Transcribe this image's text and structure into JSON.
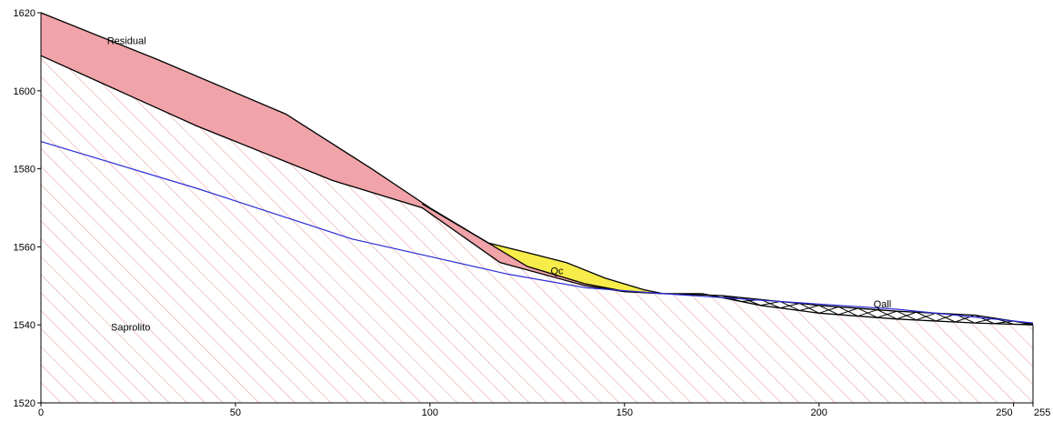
{
  "chart_data": {
    "type": "area",
    "title": "",
    "xlabel": "",
    "ylabel": "",
    "xlim": [
      0,
      255
    ],
    "ylim": [
      1520,
      1620
    ],
    "x_ticks": [
      0,
      50,
      100,
      150,
      200,
      250,
      255
    ],
    "y_ticks": [
      1520,
      1540,
      1560,
      1580,
      1600,
      1620
    ],
    "x_tick_labels": [
      "0",
      "50",
      "100",
      "150",
      "200",
      "250",
      "255"
    ],
    "y_tick_labels": [
      "1520",
      "1540",
      "1560",
      "1580",
      "1600",
      "1620"
    ],
    "grid": false,
    "layers": [
      {
        "name": "Saprolito",
        "label": "Saprolito",
        "fill": "hatch",
        "hatch_color": "#e3a3a3",
        "top_boundary": [
          [
            0,
            1609
          ],
          [
            40,
            1591
          ],
          [
            75,
            1577
          ],
          [
            98,
            1570
          ],
          [
            118,
            1556
          ],
          [
            140,
            1550
          ],
          [
            150,
            1548.5
          ],
          [
            160,
            1548
          ],
          [
            170,
            1548
          ],
          [
            185,
            1545
          ],
          [
            200,
            1543
          ],
          [
            220,
            1541.5
          ],
          [
            240,
            1540.5
          ],
          [
            255,
            1540
          ]
        ]
      },
      {
        "name": "Residual",
        "label": "Residual",
        "fill": "#f0a3a8",
        "top_boundary": [
          [
            0,
            1620
          ],
          [
            30,
            1608
          ],
          [
            63,
            1594
          ],
          [
            85,
            1580
          ],
          [
            100,
            1570
          ],
          [
            125,
            1555
          ],
          [
            140,
            1550.5
          ],
          [
            150,
            1548.6
          ],
          [
            160,
            1548
          ]
        ]
      },
      {
        "name": "Qc",
        "label": "Qc",
        "fill": "#f7ec4a",
        "top_boundary": [
          [
            98,
            1571
          ],
          [
            115,
            1561
          ],
          [
            125,
            1558.5
          ],
          [
            135,
            1556
          ],
          [
            145,
            1552
          ],
          [
            155,
            1549
          ],
          [
            160,
            1548
          ]
        ]
      },
      {
        "name": "Qall",
        "label": "Qall",
        "fill": "none",
        "hatch": "cross",
        "top_boundary": [
          [
            160,
            1548
          ],
          [
            175,
            1547.5
          ],
          [
            200,
            1545
          ],
          [
            220,
            1543.5
          ],
          [
            240,
            1542.5
          ],
          [
            255,
            1540.2
          ]
        ]
      }
    ],
    "phreatic_line": {
      "color": "#2b2bd6",
      "points": [
        [
          0,
          1587
        ],
        [
          40,
          1575
        ],
        [
          80,
          1562
        ],
        [
          100,
          1557.5
        ],
        [
          120,
          1553
        ],
        [
          140,
          1549.5
        ],
        [
          160,
          1548
        ],
        [
          190,
          1546
        ],
        [
          220,
          1544
        ],
        [
          240,
          1542
        ],
        [
          255,
          1540.5
        ]
      ]
    },
    "annotations": [
      {
        "text": "Residual",
        "x": 17,
        "y": 1612
      },
      {
        "text": "Qc",
        "x": 131,
        "y": 1553
      },
      {
        "text": "Qall",
        "x": 214,
        "y": 1544.5
      },
      {
        "text": "Saprolito",
        "x": 18,
        "y": 1538.5
      }
    ]
  }
}
